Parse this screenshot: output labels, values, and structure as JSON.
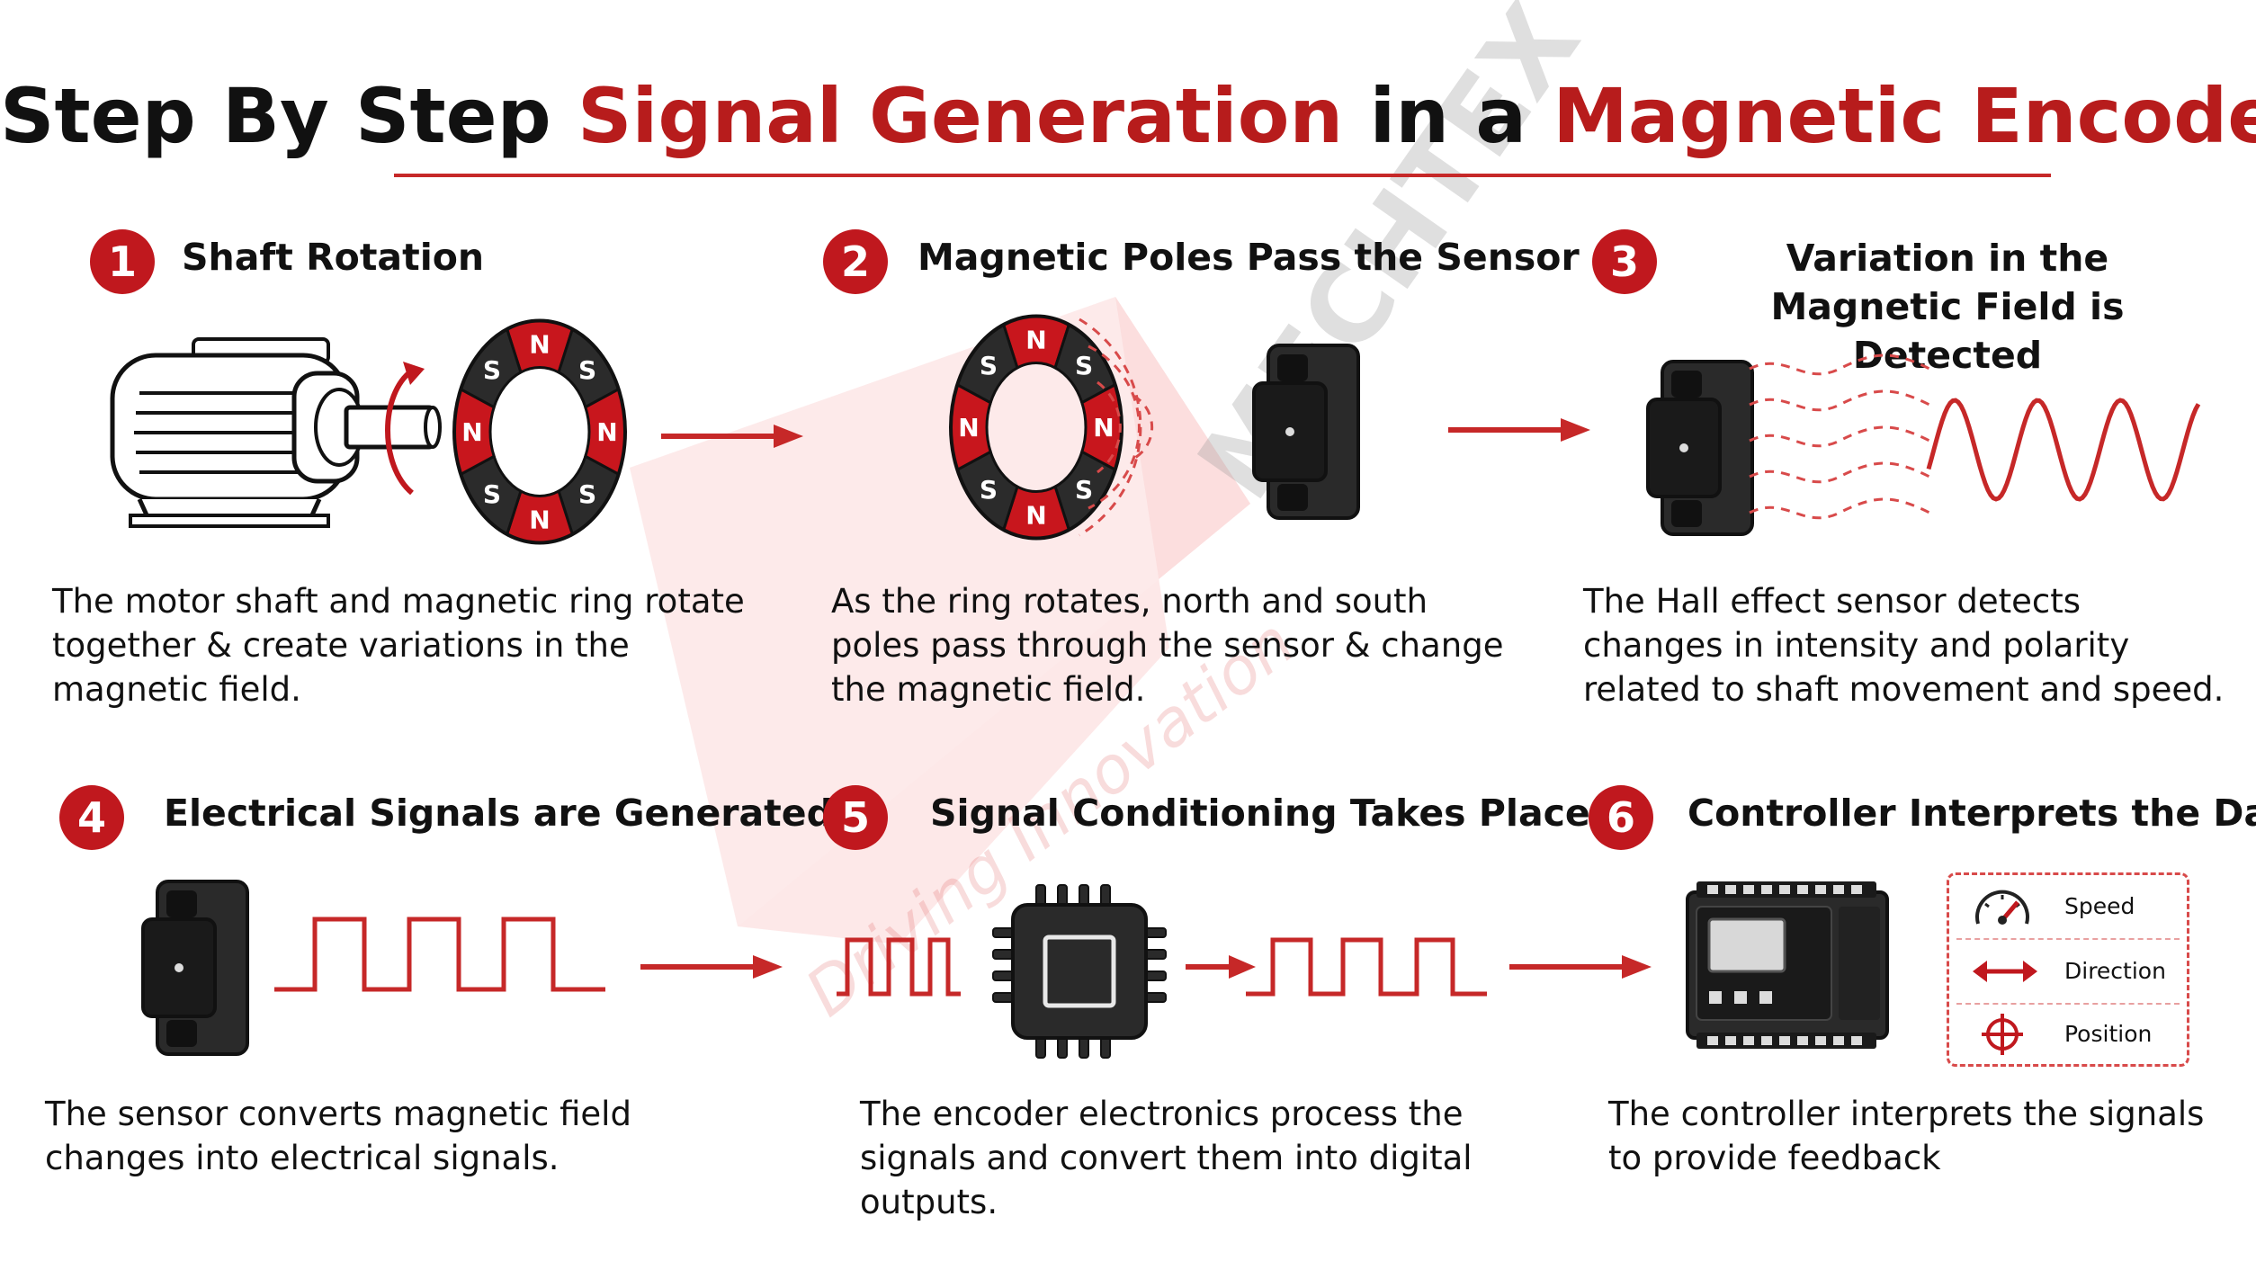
{
  "title": {
    "part1": "Step By Step",
    "part2": "Signal Generation",
    "part3": "in a",
    "part4": "Magnetic Encoder"
  },
  "watermark": {
    "brand": "MECHTEX",
    "tagline": "Driving Innovation"
  },
  "colors": {
    "accent": "#c0181e",
    "title_red": "#b71c1c",
    "dark": "#111111",
    "wave": "#c62828"
  },
  "steps": [
    {
      "number": "1",
      "title": "Shaft Rotation",
      "description": "The motor shaft and magnetic ring rotate together & create variations in the magnetic field."
    },
    {
      "number": "2",
      "title": "Magnetic Poles Pass the Sensor",
      "description": "As the ring rotates, north and south poles pass through the sensor & change the magnetic field."
    },
    {
      "number": "3",
      "title": "Variation in the Magnetic Field is Detected",
      "description": "The Hall effect sensor detects changes in intensity and polarity related to shaft movement and speed."
    },
    {
      "number": "4",
      "title": "Electrical Signals are Generated",
      "description": "The sensor converts magnetic field changes into electrical signals."
    },
    {
      "number": "5",
      "title": "Signal Conditioning Takes Place",
      "description": "The encoder electronics process the signals and convert them into digital outputs."
    },
    {
      "number": "6",
      "title": "Controller Interprets the Data",
      "description": "The controller interprets the signals to provide feedback"
    }
  ],
  "ring_poles": [
    "N",
    "S",
    "N",
    "S",
    "N",
    "S",
    "N",
    "S"
  ],
  "outputs": [
    {
      "label": "Speed",
      "icon": "speedometer-icon"
    },
    {
      "label": "Direction",
      "icon": "double-arrow-icon"
    },
    {
      "label": "Position",
      "icon": "crosshair-icon"
    }
  ]
}
